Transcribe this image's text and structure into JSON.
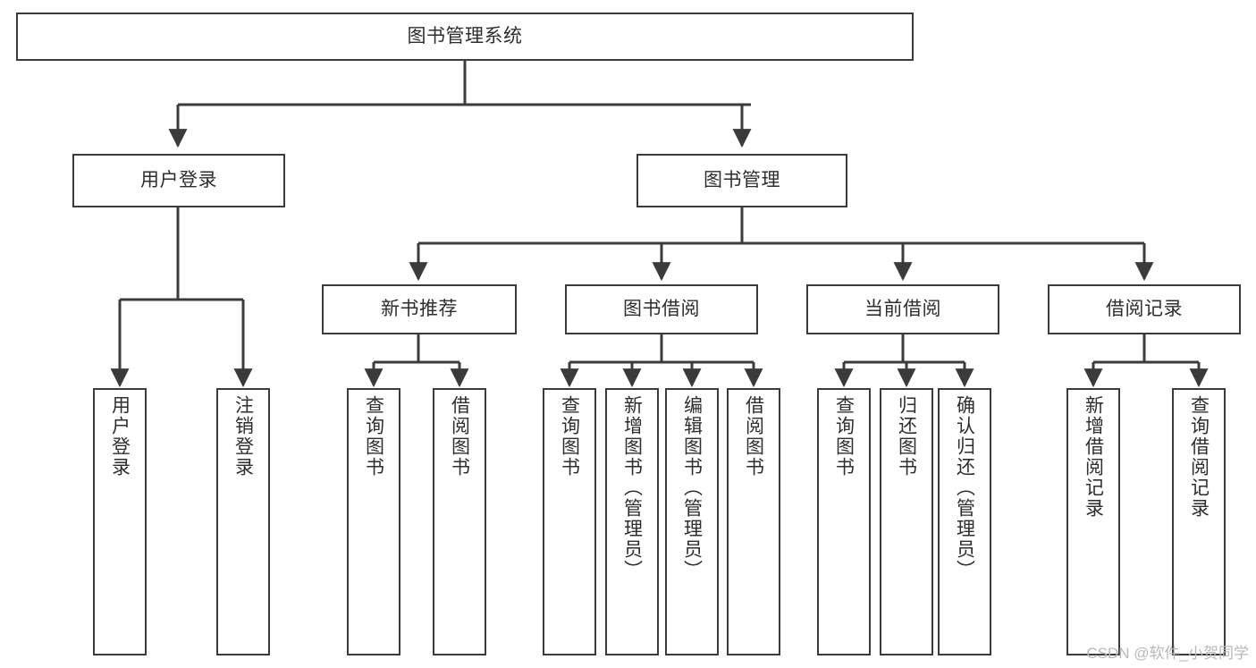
{
  "diagram": {
    "title": "图书管理系统",
    "type": "tree-hierarchy-diagram",
    "colors": {
      "box_border": "#3b3b3b",
      "box_fill": "#ffffff",
      "edge": "#3b3b3b",
      "text": "#2e2e2e",
      "watermark": "#b9b9b9",
      "background": "#ffffff"
    },
    "root": {
      "label": "图书管理系统"
    },
    "level2": [
      {
        "label": "用户登录"
      },
      {
        "label": "图书管理"
      }
    ],
    "level3": [
      {
        "label": "新书推荐"
      },
      {
        "label": "图书借阅"
      },
      {
        "label": "当前借阅"
      },
      {
        "label": "借阅记录"
      }
    ],
    "leaves": {
      "user_login": [
        {
          "label": "用户登录"
        },
        {
          "label": "注销登录"
        }
      ],
      "new_book_recommend": [
        {
          "label": "查询图书"
        },
        {
          "label": "借阅图书"
        }
      ],
      "book_borrow": [
        {
          "label": "查询图书"
        },
        {
          "label": "新增图书（管理员）"
        },
        {
          "label": "编辑图书（管理员）"
        },
        {
          "label": "借阅图书"
        }
      ],
      "current_borrow": [
        {
          "label": "查询图书"
        },
        {
          "label": "归还图书"
        },
        {
          "label": "确认归还（管理员）"
        }
      ],
      "borrow_records": [
        {
          "label": "新增借阅记录"
        },
        {
          "label": "查询借阅记录"
        }
      ]
    }
  },
  "watermark": {
    "text": "CSDN @软件_小贺同学"
  }
}
